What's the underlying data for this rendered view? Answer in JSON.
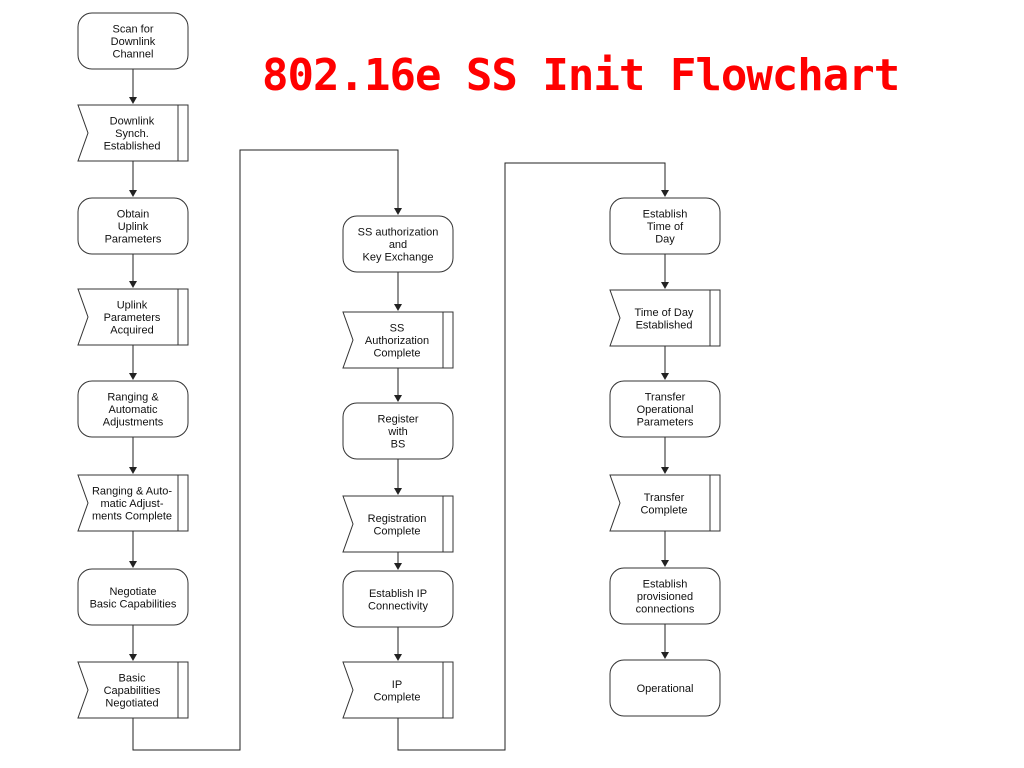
{
  "title": "802.16e SS Init Flowchart",
  "colors": {
    "title": "#ff0000",
    "stroke": "#333333",
    "fill": "#ffffff"
  },
  "nodes": [
    {
      "id": "scan-downlink",
      "type": "process",
      "lines": [
        "Scan for",
        "Downlink",
        "Channel"
      ]
    },
    {
      "id": "downlink-synch",
      "type": "status",
      "lines": [
        "Downlink",
        "Synch.",
        "Established"
      ]
    },
    {
      "id": "obtain-uplink",
      "type": "process",
      "lines": [
        "Obtain",
        "Uplink",
        "Parameters"
      ]
    },
    {
      "id": "uplink-acquired",
      "type": "status",
      "lines": [
        "Uplink",
        "Parameters",
        "Acquired"
      ]
    },
    {
      "id": "ranging",
      "type": "process",
      "lines": [
        "Ranging &",
        "Automatic",
        "Adjustments"
      ]
    },
    {
      "id": "ranging-complete",
      "type": "status",
      "lines": [
        "Ranging & Auto-",
        "matic Adjust-",
        "ments Complete"
      ]
    },
    {
      "id": "negotiate-basic",
      "type": "process",
      "lines": [
        "Negotiate",
        "Basic Capabilities"
      ]
    },
    {
      "id": "basic-negotiated",
      "type": "status",
      "lines": [
        "Basic",
        "Capabilities",
        "Negotiated"
      ]
    },
    {
      "id": "ss-authorization",
      "type": "process",
      "lines": [
        "SS authorization",
        "and",
        "Key Exchange"
      ]
    },
    {
      "id": "ss-auth-complete",
      "type": "status",
      "lines": [
        "SS",
        "Authorization",
        "Complete"
      ]
    },
    {
      "id": "register-bs",
      "type": "process",
      "lines": [
        "Register",
        "with",
        "BS"
      ]
    },
    {
      "id": "registration-complete",
      "type": "status",
      "lines": [
        "Registration",
        "Complete"
      ]
    },
    {
      "id": "establish-ip",
      "type": "process",
      "lines": [
        "Establish IP",
        "Connectivity"
      ]
    },
    {
      "id": "ip-complete",
      "type": "status",
      "lines": [
        "IP",
        "Complete"
      ]
    },
    {
      "id": "establish-time",
      "type": "process",
      "lines": [
        "Establish",
        "Time of",
        "Day"
      ]
    },
    {
      "id": "time-established",
      "type": "status",
      "lines": [
        "Time of Day",
        "Established"
      ]
    },
    {
      "id": "transfer-params",
      "type": "process",
      "lines": [
        "Transfer",
        "Operational",
        "Parameters"
      ]
    },
    {
      "id": "transfer-complete",
      "type": "status",
      "lines": [
        "Transfer",
        "Complete"
      ]
    },
    {
      "id": "establish-provisioned",
      "type": "process",
      "lines": [
        "Establish",
        "provisioned",
        "connections"
      ]
    },
    {
      "id": "operational",
      "type": "process",
      "lines": [
        "Operational"
      ]
    }
  ],
  "edges": [
    [
      "scan-downlink",
      "downlink-synch"
    ],
    [
      "downlink-synch",
      "obtain-uplink"
    ],
    [
      "obtain-uplink",
      "uplink-acquired"
    ],
    [
      "uplink-acquired",
      "ranging"
    ],
    [
      "ranging",
      "ranging-complete"
    ],
    [
      "ranging-complete",
      "negotiate-basic"
    ],
    [
      "negotiate-basic",
      "basic-negotiated"
    ],
    [
      "basic-negotiated",
      "ss-authorization"
    ],
    [
      "ss-authorization",
      "ss-auth-complete"
    ],
    [
      "ss-auth-complete",
      "register-bs"
    ],
    [
      "register-bs",
      "registration-complete"
    ],
    [
      "registration-complete",
      "establish-ip"
    ],
    [
      "establish-ip",
      "ip-complete"
    ],
    [
      "ip-complete",
      "establish-time"
    ],
    [
      "establish-time",
      "time-established"
    ],
    [
      "time-established",
      "transfer-params"
    ],
    [
      "transfer-params",
      "transfer-complete"
    ],
    [
      "transfer-complete",
      "establish-provisioned"
    ],
    [
      "establish-provisioned",
      "operational"
    ]
  ]
}
